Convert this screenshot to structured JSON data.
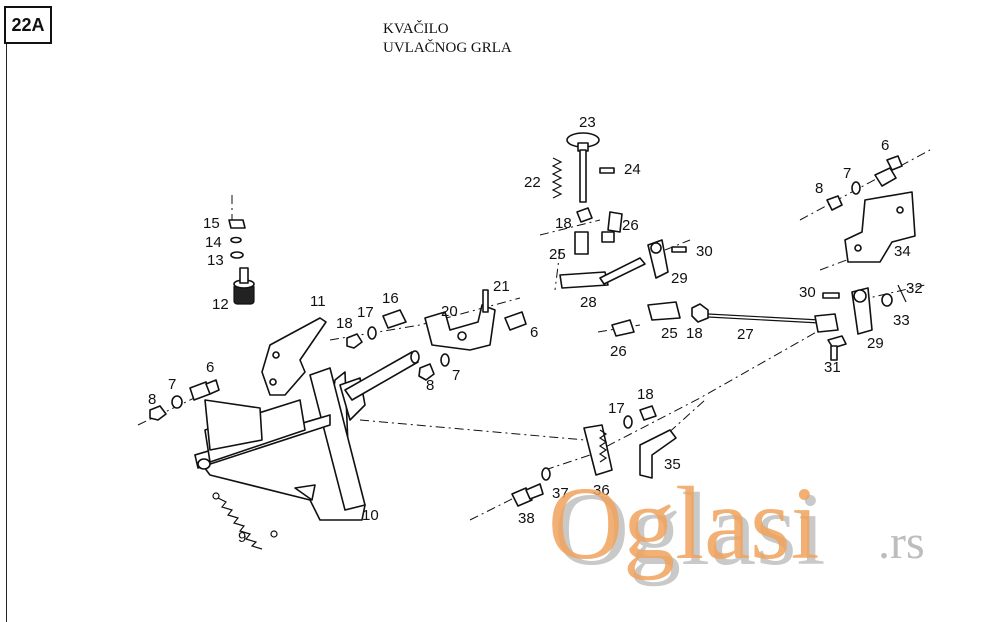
{
  "page_code": "22A",
  "title_lines": [
    "KVAČILO",
    "UVLAČNOG GRLA"
  ],
  "watermark": {
    "text_main": "Oglasi",
    "text_suffix": ".rs",
    "color": "#f0a35c",
    "shadow": "#c9c9c9"
  },
  "parts": {
    "p6a": "6",
    "p6b": "6",
    "p6c": "6",
    "p7a": "7",
    "p7b": "7",
    "p7c": "7",
    "p8a": "8",
    "p8b": "8",
    "p8c": "8",
    "p9": "9",
    "p10": "10",
    "p11": "11",
    "p12": "12",
    "p13": "13",
    "p14": "14",
    "p15": "15",
    "p16": "16",
    "p17a": "17",
    "p17b": "17",
    "p18a": "18",
    "p18b": "18",
    "p18c": "18",
    "p18d": "18",
    "p20": "20",
    "p21": "21",
    "p22": "22",
    "p23": "23",
    "p24": "24",
    "p25a": "25",
    "p25b": "25",
    "p26a": "26",
    "p26b": "26",
    "p27": "27",
    "p28": "28",
    "p29a": "29",
    "p29b": "29",
    "p30a": "30",
    "p30b": "30",
    "p31": "31",
    "p32": "32",
    "p33": "33",
    "p34": "34",
    "p35": "35",
    "p36": "36",
    "p37": "37",
    "p38": "38"
  }
}
